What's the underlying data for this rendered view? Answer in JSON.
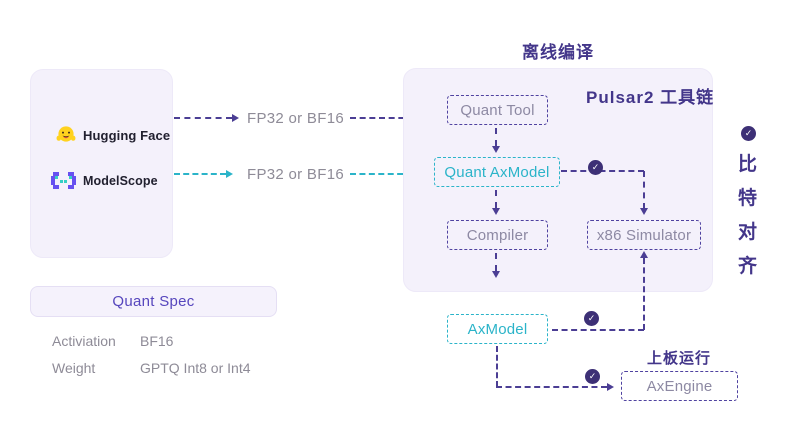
{
  "sources": {
    "huggingface": {
      "label": "Hugging Face"
    },
    "modelscope": {
      "label": "ModelScope"
    }
  },
  "flows": {
    "top": {
      "label": "FP32 or BF16"
    },
    "bottom": {
      "label": "FP32 or BF16"
    }
  },
  "toolchain": {
    "stage_title": "离线编译",
    "panel_title": "Pulsar2 工具链",
    "nodes": {
      "quant_tool": "Quant Tool",
      "quant_axmodel": "Quant AxModel",
      "compiler": "Compiler",
      "x86_simulator": "x86 Simulator"
    }
  },
  "runtime": {
    "axmodel": "AxModel",
    "stage_title": "上板运行",
    "axengine": "AxEngine"
  },
  "bit_alignment": {
    "label": "比特对齐",
    "chars": [
      "比",
      "特",
      "对",
      "齐"
    ],
    "check_glyph": "✓"
  },
  "quant_spec": {
    "title": "Quant Spec",
    "rows": [
      {
        "label": "Activiation",
        "value": "BF16"
      },
      {
        "label": "Weight",
        "value": "GPTQ Int8 or Int4"
      }
    ]
  },
  "colors": {
    "accent_purple": "#4B3E94",
    "title_purple": "#43368A",
    "badge_purple": "#3D3076",
    "teal": "#2BB4C9",
    "panel_bg": "#F4F1FB",
    "gray_text": "#8E8B97",
    "spec_title_purple": "#5646BD"
  }
}
